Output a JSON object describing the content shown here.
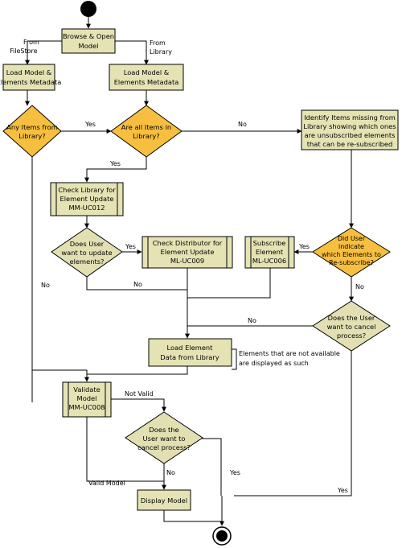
{
  "nodes": {
    "browse": [
      "Browse & Open",
      "Model"
    ],
    "load_fs": [
      "Load Model &",
      "Elements Metadata"
    ],
    "load_lib": [
      "Load Model &",
      "Elements Metadata"
    ],
    "any_items": [
      "Any Items from",
      "Library?"
    ],
    "all_items": [
      "Are all Items in",
      "Library?"
    ],
    "identify": [
      "Identify Items missing from",
      "Library showing which ones",
      "are unsubscribed elements",
      "that can be re-subscribed"
    ],
    "check_lib": [
      "Check Library for",
      "Element Update",
      "MM-UC012"
    ],
    "does_update": [
      "Does User",
      "want to update",
      "elements?"
    ],
    "check_dist": [
      "Check Distributor for",
      "Element Update",
      "ML-UC009"
    ],
    "subscribe": [
      "Subscribe",
      "Element",
      "ML-UC006"
    ],
    "did_user": [
      "Did User",
      "indicate",
      "which Elements to",
      "Re-subscribe?"
    ],
    "cancel1": [
      "Does the User",
      "want to cancel",
      "process?"
    ],
    "load_elem": [
      "Load Element",
      "Data from Library"
    ],
    "note": [
      "Elements that are not available",
      "are displayed as such"
    ],
    "validate": [
      "Validate",
      "Model",
      "MM-UC008"
    ],
    "cancel2": [
      "Does the",
      "User want to",
      "cancel process?"
    ],
    "display": [
      "Display Model"
    ]
  },
  "labels": {
    "from_filestore": [
      "From",
      "FileStore"
    ],
    "from_library": [
      "From",
      "Library"
    ],
    "yes_1": "Yes",
    "no_1": "No",
    "yes_2": "Yes",
    "yes_3": "Yes",
    "yes_4": "Yes",
    "no_2": "No",
    "no_3": "No",
    "no_4": "No",
    "no_5": "No",
    "not_valid": "Not Valid",
    "valid_model": "Valid Model",
    "yes_5": "Yes",
    "yes_6": "Yes"
  }
}
